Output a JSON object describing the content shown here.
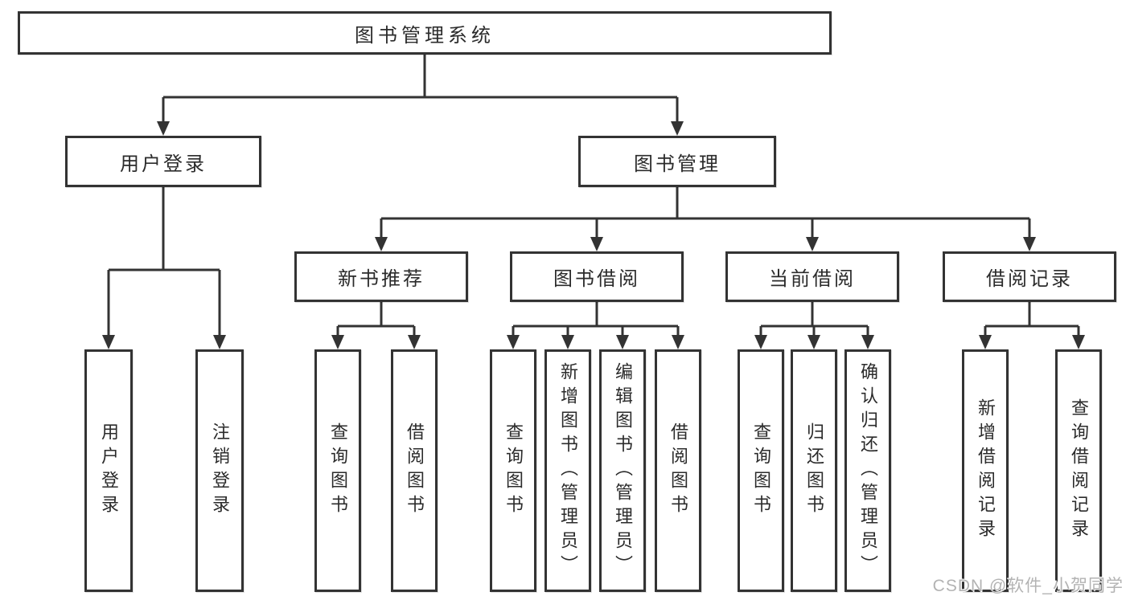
{
  "colors": {
    "line": "#333333",
    "text": "#2b2b2b",
    "box-bg": "#ffffff",
    "background": "#ffffff",
    "watermark": "#b3b3b3"
  },
  "watermark": "CSDN @软件_小贺同学",
  "tree": {
    "label": "图书管理系统",
    "children": [
      {
        "label": "用户登录",
        "children": [
          {
            "label": "用户登录"
          },
          {
            "label": "注销登录"
          }
        ]
      },
      {
        "label": "图书管理",
        "children": [
          {
            "label": "新书推荐",
            "children": [
              {
                "label": "查询图书"
              },
              {
                "label": "借阅图书"
              }
            ]
          },
          {
            "label": "图书借阅",
            "children": [
              {
                "label": "查询图书"
              },
              {
                "label": "新增图书（管理员）"
              },
              {
                "label": "编辑图书（管理员）"
              },
              {
                "label": "借阅图书"
              }
            ]
          },
          {
            "label": "当前借阅",
            "children": [
              {
                "label": "查询图书"
              },
              {
                "label": "归还图书"
              },
              {
                "label": "确认归还（管理员）"
              }
            ]
          },
          {
            "label": "借阅记录",
            "children": [
              {
                "label": "新增借阅记录"
              },
              {
                "label": "查询借阅记录"
              }
            ]
          }
        ]
      }
    ]
  }
}
